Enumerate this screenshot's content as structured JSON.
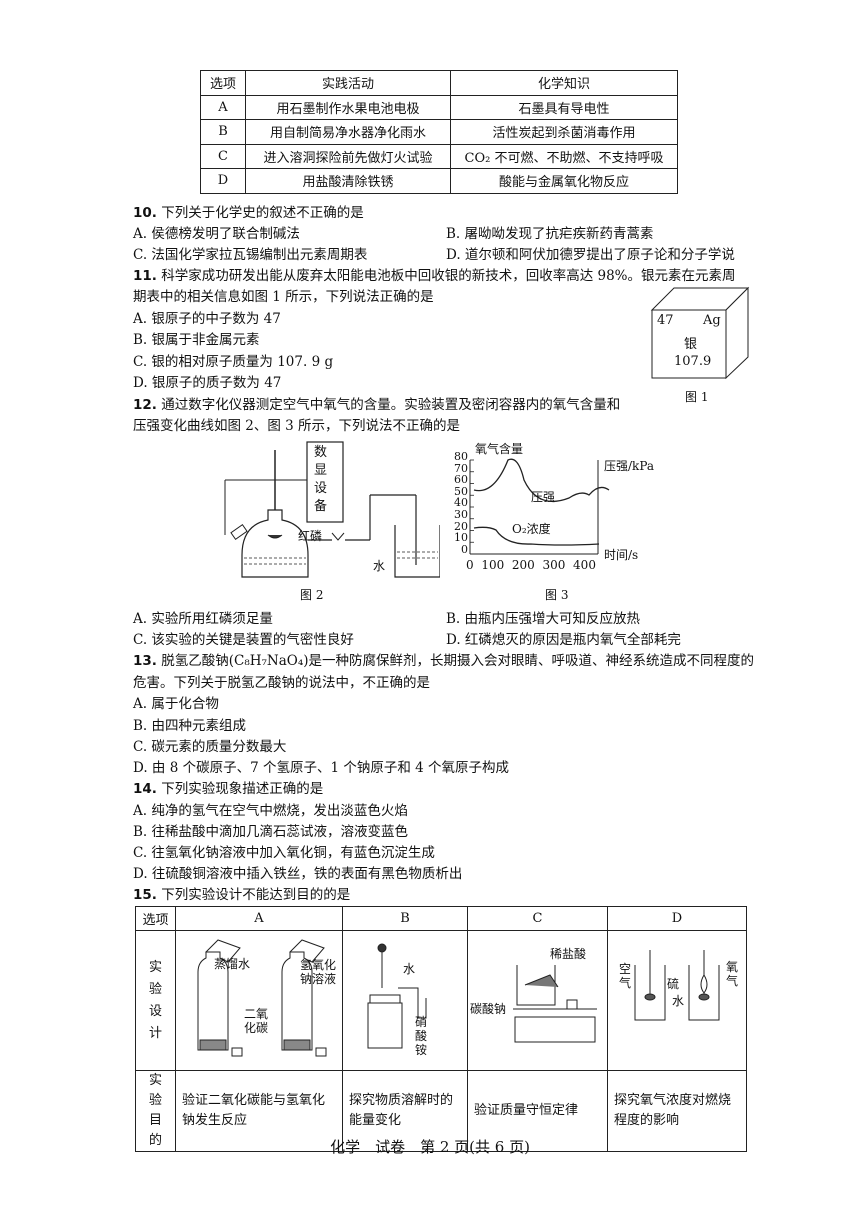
{
  "table9": {
    "headers": [
      "选项",
      "实践活动",
      "化学知识"
    ],
    "rows": [
      [
        "A",
        "用石墨制作水果电池电极",
        "石墨具有导电性"
      ],
      [
        "B",
        "用自制简易净水器净化雨水",
        "活性炭起到杀菌消毒作用"
      ],
      [
        "C",
        "进入溶洞探险前先做灯火试验",
        "CO₂ 不可燃、不助燃、不支持呼吸"
      ],
      [
        "D",
        "用盐酸清除铁锈",
        "酸能与金属氧化物反应"
      ]
    ]
  },
  "q10": {
    "num": "10.",
    "stem": "下列关于化学史的叙述不正确的是",
    "A": "A. 侯德榜发明了联合制碱法",
    "B": "B. 屠呦呦发现了抗疟疾新药青蒿素",
    "C": "C. 法国化学家拉瓦锡编制出元素周期表",
    "D": "D. 道尔顿和阿伏加德罗提出了原子论和分子学说"
  },
  "q11": {
    "num": "11.",
    "stem1": "科学家成功研发出能从废弃太阳能电池板中回收银的新技术，回收率高达 98%。银元素在元素周",
    "stem2": "期表中的相关信息如图 1 所示，下列说法正确的是",
    "A": "A. 银原子的中子数为 47",
    "B": "B. 银属于非金属元素",
    "C": "C. 银的相对原子质量为 107. 9 g",
    "D": "D. 银原子的质子数为 47",
    "element": {
      "number": "47",
      "symbol": "Ag",
      "name": "银",
      "mass": "107.9"
    },
    "caption": "图 1"
  },
  "q12": {
    "num": "12.",
    "stem1": "通过数字化仪器测定空气中氧气的含量。实验装置及密闭容器内的氧气含量和",
    "stem2": "压强变化曲线如图 2、图 3 所示，下列说法不正确的是",
    "fig2": {
      "device": [
        "数",
        "显",
        "设",
        "备"
      ],
      "phosphorus": "红磷",
      "water": "水",
      "caption": "图 2"
    },
    "fig3": {
      "ylabel": "氧气含量",
      "y2label": "压强/kPa",
      "xlabel": "时间/s",
      "yticks": [
        "80",
        "70",
        "60",
        "50",
        "40",
        "30",
        "20",
        "10",
        "0"
      ],
      "xticks": [
        "0",
        "100",
        "200",
        "300",
        "400"
      ],
      "pressure_label": "压强",
      "o2_label": "O₂浓度",
      "caption": "图 3"
    },
    "A": "A. 实验所用红磷须足量",
    "B": "B. 由瓶内压强增大可知反应放热",
    "C": "C. 该实验的关键是装置的气密性良好",
    "D": "D. 红磷熄灭的原因是瓶内氧气全部耗完"
  },
  "q13": {
    "num": "13.",
    "stem1": "脱氢乙酸钠(C₈H₇NaO₄)是一种防腐保鲜剂，长期摄入会对眼睛、呼吸道、神经系统造成不同程度的",
    "stem2": "危害。下列关于脱氢乙酸钠的说法中，不正确的是",
    "A": "A. 属于化合物",
    "B": "B. 由四种元素组成",
    "C": "C. 碳元素的质量分数最大",
    "D": "D. 由 8 个碳原子、7 个氢原子、1 个钠原子和 4 个氧原子构成"
  },
  "q14": {
    "num": "14.",
    "stem": "下列实验现象描述正确的是",
    "A": "A. 纯净的氢气在空气中燃烧，发出淡蓝色火焰",
    "B": "B. 往稀盐酸中滴加几滴石蕊试液，溶液变蓝色",
    "C": "C. 往氢氧化钠溶液中加入氧化铜，有蓝色沉淀生成",
    "D": "D. 往硫酸铜溶液中插入铁丝，铁的表面有黑色物质析出"
  },
  "q15": {
    "num": "15.",
    "stem": "下列实验设计不能达到目的的是",
    "headers": [
      "选项",
      "A",
      "B",
      "C",
      "D"
    ],
    "row1_label": "实验设计",
    "row2_label": "实验目的",
    "labels": {
      "A_water": "蒸馏水",
      "A_naoh": "氢氧化钠溶液",
      "A_co2": "二氧化碳",
      "B_water": "水",
      "B_salt": "硝酸铵",
      "C_acid": "稀盐酸",
      "C_salt": "碳酸钠",
      "D_air": "空气",
      "D_s": "硫",
      "D_water": "水",
      "D_o2": "氧气"
    },
    "purposes": [
      "验证二氧化碳能与氢氧化钠发生反应",
      "探究物质溶解时的能量变化",
      "验证质量守恒定律",
      "探究氧气浓度对燃烧程度的影响"
    ]
  },
  "footer": "化学　试卷　第 2 页(共 6 页)"
}
